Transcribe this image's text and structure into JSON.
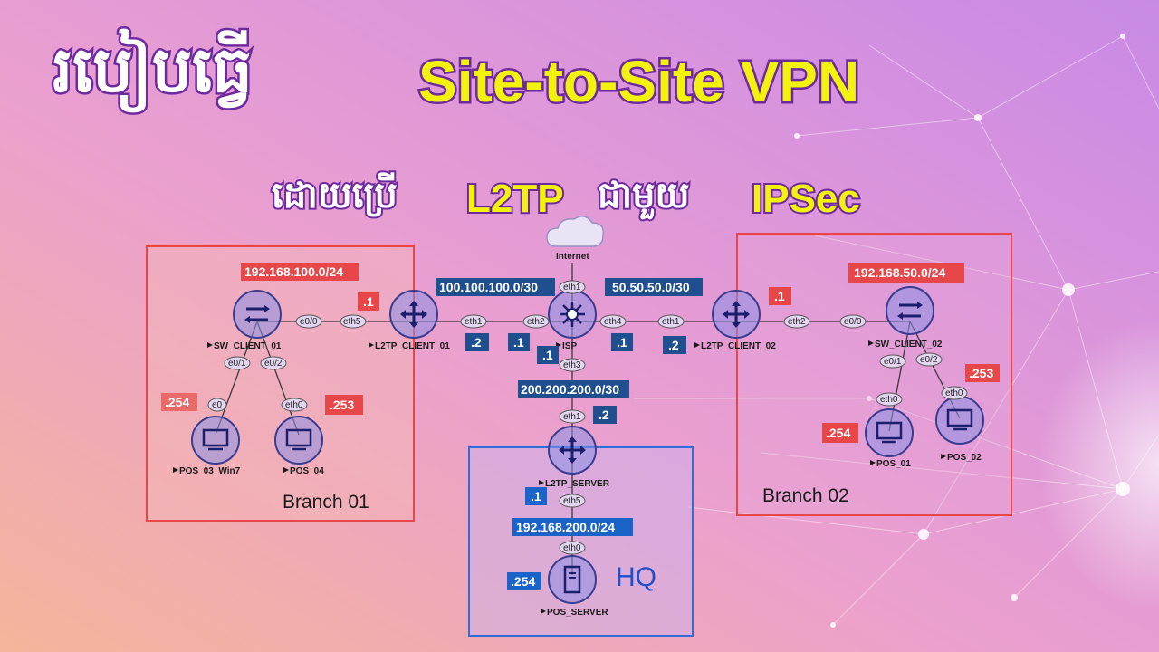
{
  "title": {
    "khmer": "របៀបធ្វើ",
    "english": "Site-to-Site VPN"
  },
  "subtitle": {
    "khmer_prefix": "ដោយប្រើ",
    "protocol": "L2TP",
    "khmer_with": "ជាមួយ",
    "security": "IPSec"
  },
  "cloud_label": "Internet",
  "networks": {
    "branch01_lan": "192.168.100.0/24",
    "isp_left": "100.100.100.0/30",
    "isp_right": "50.50.50.0/30",
    "branch02_lan": "192.168.50.0/24",
    "isp_down": "200.200.200.0/30",
    "hq_lan": "192.168.200.0/24"
  },
  "nodes": {
    "sw_client_01": "SW_CLIENT_01",
    "l2tp_client_01": "L2TP_CLIENT_01",
    "isp": "ISP",
    "l2tp_client_02": "L2TP_CLIENT_02",
    "sw_client_02": "SW_CLIENT_02",
    "pos_03_win7": "POS_03_Win7",
    "pos_04": "POS_04",
    "pos_01": "POS_01",
    "pos_02": "POS_02",
    "l2tp_server": "L2TP_SERVER",
    "pos_server": "POS_SERVER"
  },
  "interfaces": {
    "sw1_e00": "e0/0",
    "r1_eth5": "eth5",
    "sw1_e01": "e0/1",
    "sw1_e02": "e0/2",
    "pc3_e0": "e0",
    "pc4_eth0": "eth0",
    "r1_eth1": "eth1",
    "isp_eth1": "eth1",
    "isp_eth2": "eth2",
    "isp_eth4": "eth4",
    "isp_eth3": "eth3",
    "r2_eth1": "eth1",
    "r2_eth2": "eth2",
    "sw2_e00": "e0/0",
    "sw2_e01": "e0/1",
    "sw2_e02": "e0/2",
    "pc1_eth0": "eth0",
    "pc2_eth0": "eth0",
    "srv_eth1": "eth1",
    "srv_eth5": "eth5",
    "pos_srv_eth0": "eth0"
  },
  "host_octets": {
    "r1_lan": ".1",
    "pc3": ".254",
    "pc4": ".253",
    "r1_wan": ".2",
    "isp_left": ".1",
    "isp_down": ".1",
    "isp_right": ".1",
    "r2_wan": ".2",
    "r2_lan": ".1",
    "pc2": ".253",
    "pc1": ".254",
    "srv_wan": ".2",
    "srv_lan": ".1",
    "pos_srv": ".254"
  },
  "zones": {
    "branch01": "Branch 01",
    "branch02": "Branch 02",
    "hq": "HQ"
  },
  "colors": {
    "branch_border": "#e8474a",
    "hq_border": "#2f6cd8",
    "network_blue": "#1f4f8f",
    "network_red": "#e8474a",
    "title_yellow": "#f2f20c",
    "title_outline": "#6d2a9e",
    "device_fill": "#8b8fe6",
    "device_stroke": "#3a3d8f"
  }
}
